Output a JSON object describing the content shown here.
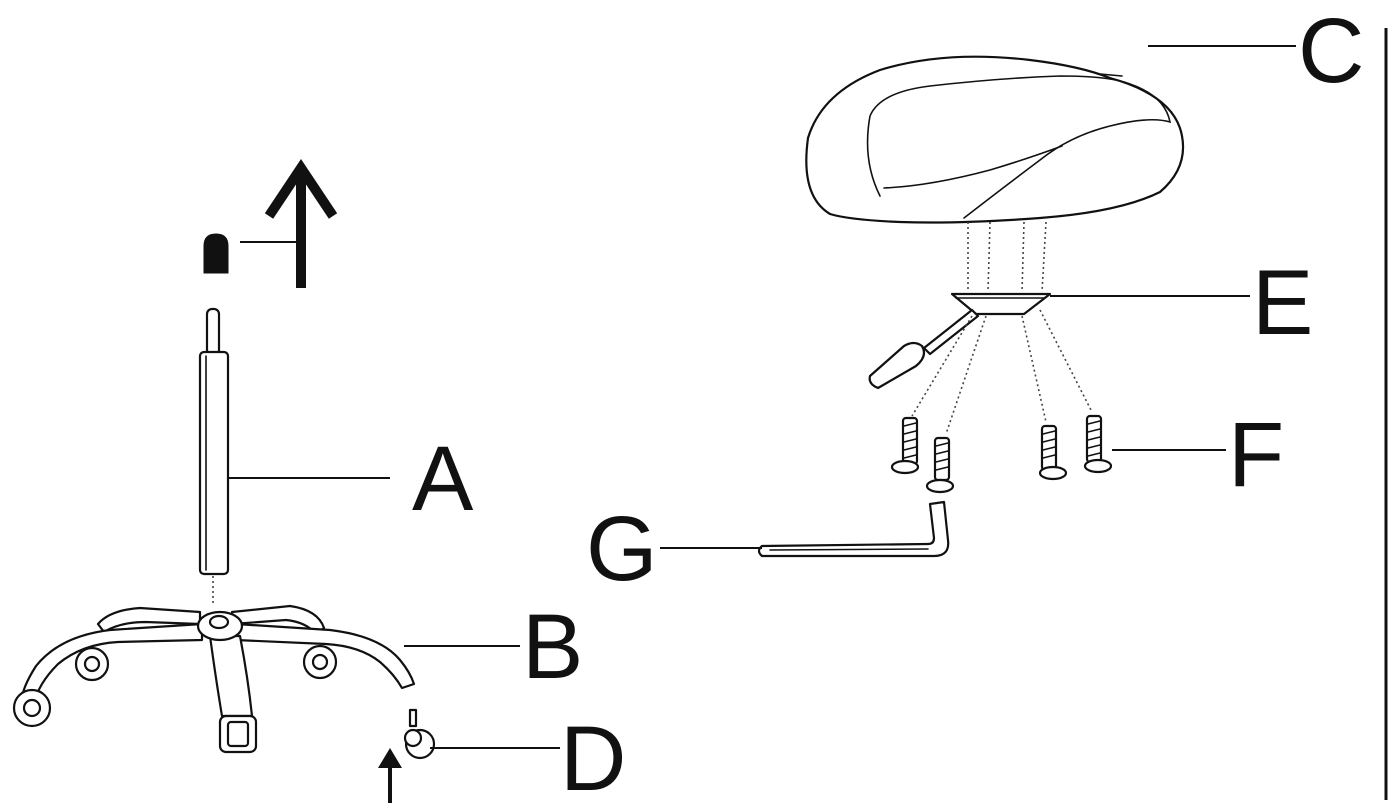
{
  "labels": {
    "A": "A",
    "B": "B",
    "C": "C",
    "D": "D",
    "E": "E",
    "F": "F",
    "G": "G"
  },
  "colors": {
    "ink": "#111111",
    "paper": "#ffffff"
  },
  "icons": [
    "up-arrow-icon",
    "cap-icon"
  ]
}
